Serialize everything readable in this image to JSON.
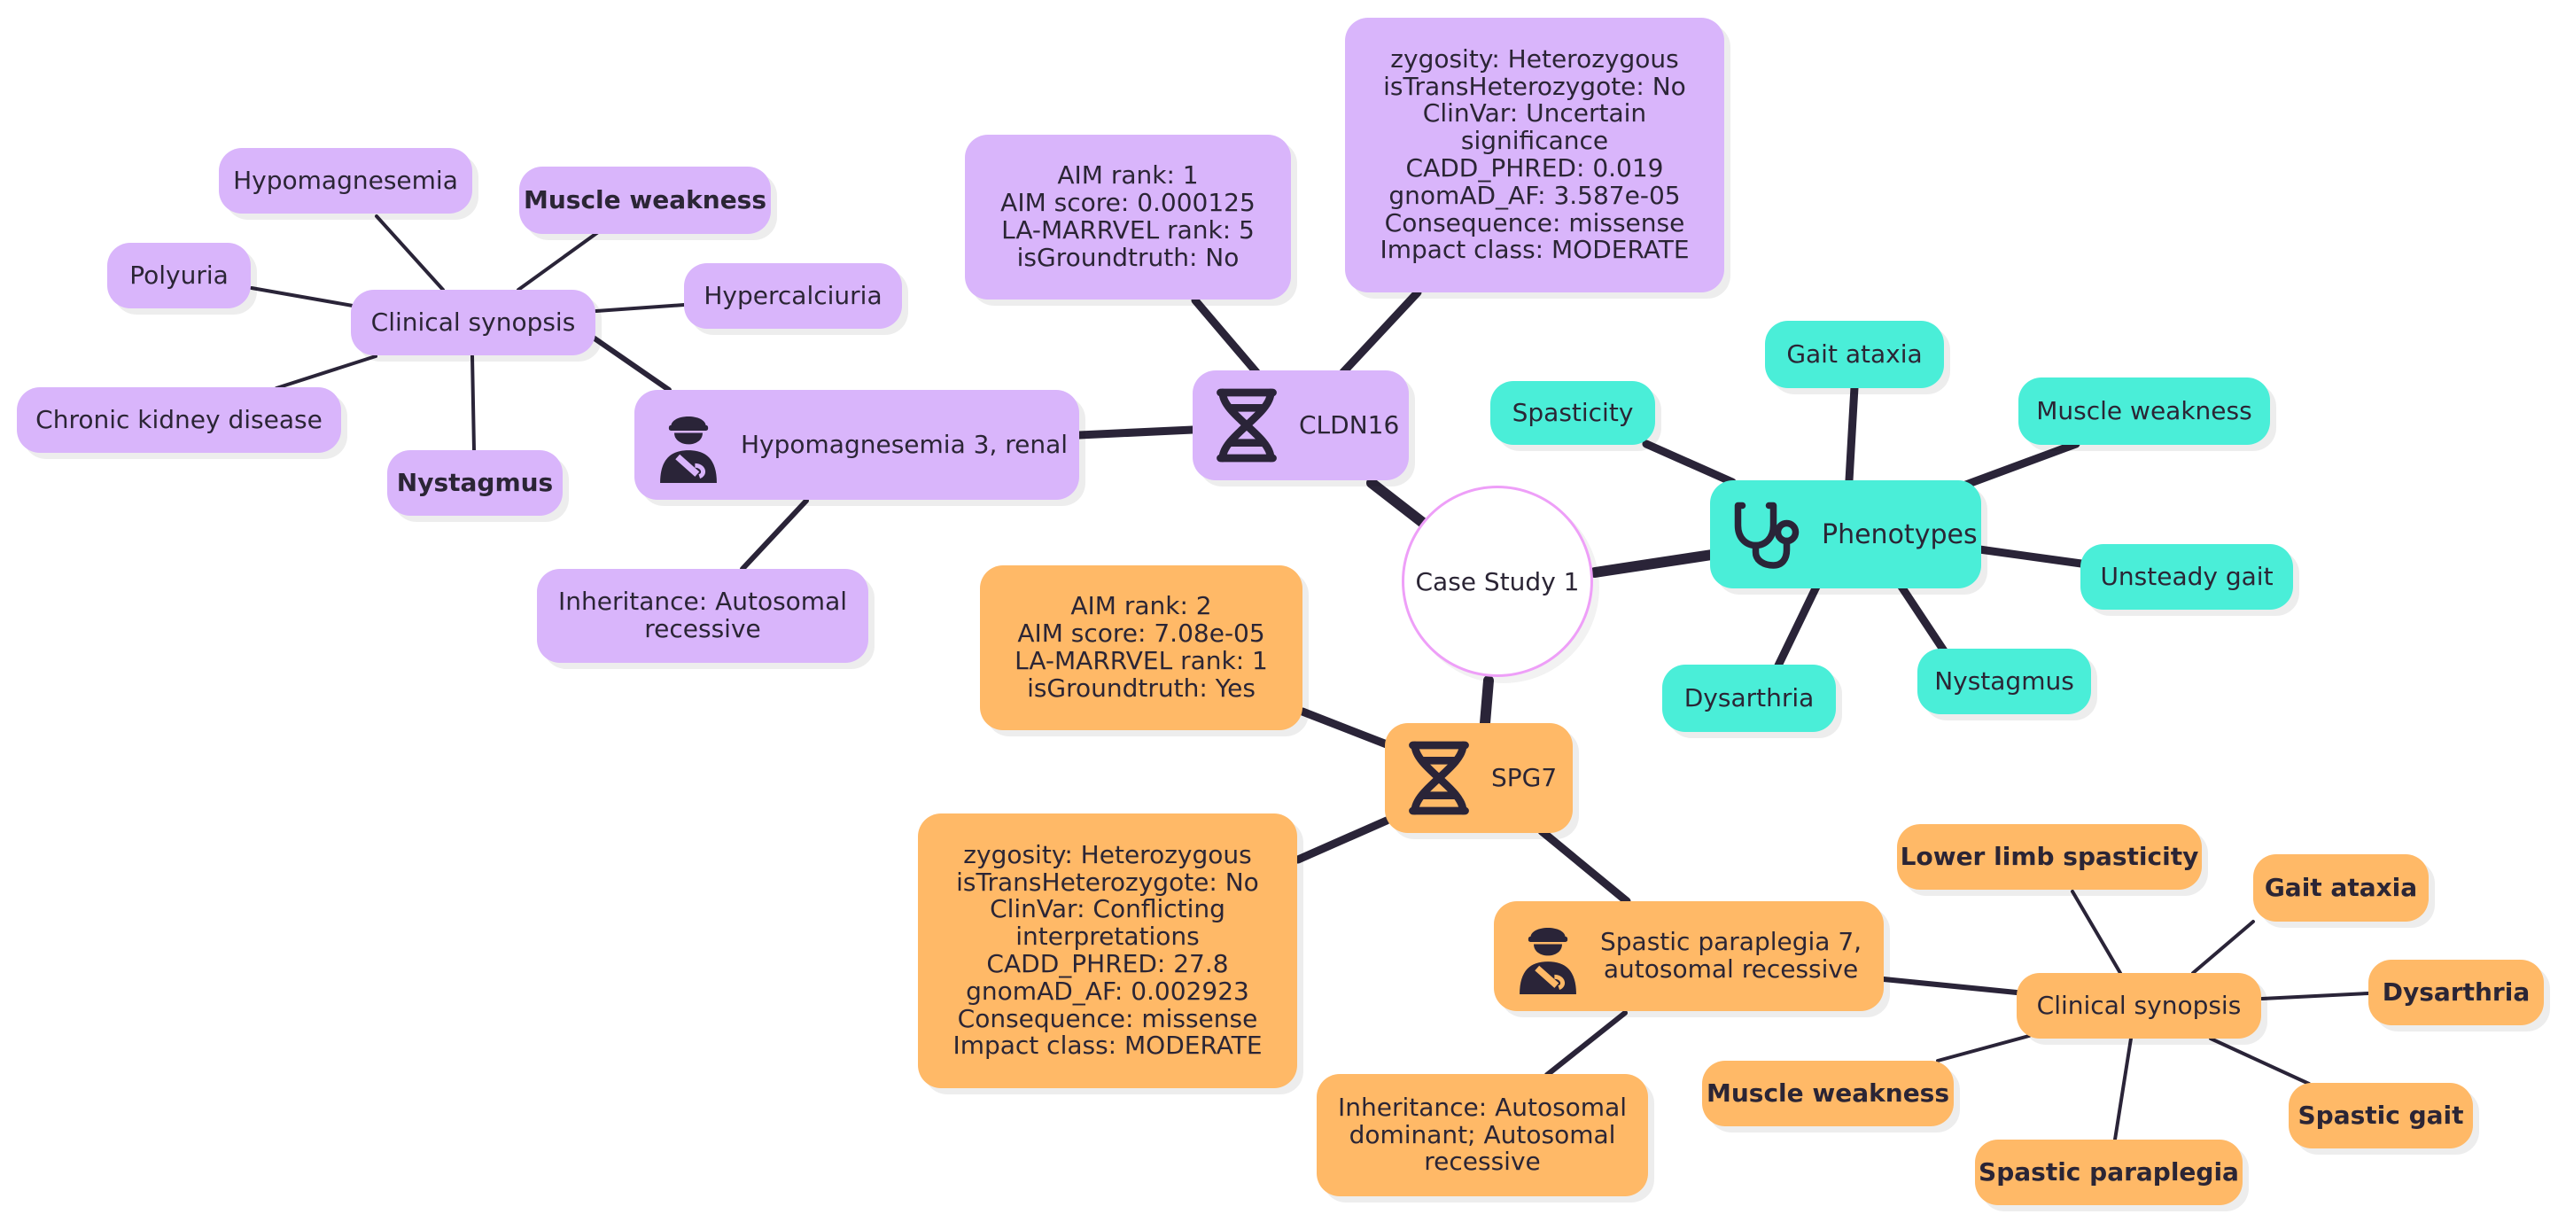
{
  "center": "Case Study 1",
  "colors": {
    "purple": "#d9b5fb",
    "teal": "#4aeed8",
    "orange": "#ffb967",
    "edge": "#2a2438",
    "center_border": "#ee9ff8"
  },
  "phenotypes": {
    "label": "Phenotypes",
    "icon": "stethoscope-icon",
    "items": [
      "Spasticity",
      "Gait ataxia",
      "Muscle weakness",
      "Unsteady gait",
      "Nystagmus",
      "Dysarthria"
    ]
  },
  "cldn16": {
    "gene": "CLDN16",
    "icon": "dna-icon",
    "scores": [
      "AIM rank: 1",
      "AIM score: 0.000125",
      "LA-MARRVEL rank: 5",
      "isGroundtruth: No"
    ],
    "variant": [
      "zygosity: Heterozygous",
      "isTransHeterozygote: No",
      "ClinVar: Uncertain",
      "significance",
      "CADD_PHRED: 0.019",
      "gnomAD_AF: 3.587e-05",
      "Consequence: missense",
      "Impact class: MODERATE"
    ],
    "disease": {
      "label": "Hypomagnesemia 3, renal",
      "icon": "patient-icon",
      "inheritance": [
        "Inheritance: Autosomal",
        "recessive"
      ],
      "synopsis": "Clinical synopsis",
      "features": {
        "hypomagnesemia": "Hypomagnesemia",
        "muscle_weakness": "Muscle weakness",
        "polyuria": "Polyuria",
        "hypercalciuria": "Hypercalciuria",
        "ckd": "Chronic kidney disease",
        "nystagmus": "Nystagmus"
      }
    }
  },
  "spg7": {
    "gene": "SPG7",
    "icon": "dna-icon",
    "scores": [
      "AIM rank: 2",
      "AIM score: 7.08e-05",
      "LA-MARRVEL rank: 1",
      "isGroundtruth: Yes"
    ],
    "variant": [
      "zygosity: Heterozygous",
      "isTransHeterozygote: No",
      "ClinVar: Conflicting",
      "interpretations",
      "CADD_PHRED: 27.8",
      "gnomAD_AF: 0.002923",
      "Consequence: missense",
      "Impact class: MODERATE"
    ],
    "disease": {
      "label": [
        "Spastic paraplegia 7,",
        "autosomal recessive"
      ],
      "icon": "patient-icon",
      "inheritance": [
        "Inheritance: Autosomal",
        "dominant; Autosomal",
        "recessive"
      ],
      "synopsis": "Clinical synopsis",
      "features": {
        "lower_limb_spasticity": "Lower limb spasticity",
        "gait_ataxia": "Gait ataxia",
        "dysarthria": "Dysarthria",
        "spastic_gait": "Spastic gait",
        "spastic_paraplegia": "Spastic paraplegia",
        "muscle_weakness": "Muscle weakness"
      }
    }
  }
}
